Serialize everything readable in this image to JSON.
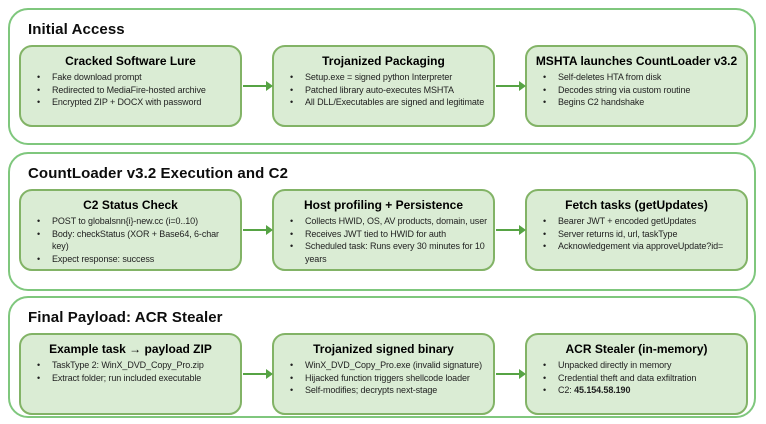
{
  "theme": {
    "page_bg": "#ffffff",
    "section_border": "#7fc77d",
    "box_fill": "#daecd4",
    "box_border": "#82b366",
    "arrow": "#56a344",
    "title_color": "#0d0d0d",
    "text_color": "#1f1f1f"
  },
  "sections": [
    {
      "title": "Initial Access",
      "boxes": [
        {
          "title": "Cracked Software Lure",
          "bullets": [
            "Fake download prompt",
            "Redirected to MediaFire-hosted archive",
            "Encrypted ZIP + DOCX with password"
          ]
        },
        {
          "title": "Trojanized Packaging",
          "bullets": [
            "Setup.exe = signed python Interpreter",
            "Patched library auto-executes MSHTA",
            "All DLL/Executables are signed and legitimate"
          ]
        },
        {
          "title": "MSHTA launches CountLoader v3.2",
          "bullets": [
            "Self-deletes HTA from disk",
            "Decodes string via custom routine",
            "Begins C2 handshake"
          ]
        }
      ]
    },
    {
      "title": "CountLoader v3.2 Execution and C2",
      "boxes": [
        {
          "title": "C2 Status Check",
          "bullets": [
            "POST to globalsnn{i}-new.cc (i=0..10)",
            "Body: checkStatus (XOR + Base64, 6-char key)",
            "Expect response: success"
          ]
        },
        {
          "title": "Host profiling + Persistence",
          "bullets": [
            "Collects HWID, OS, AV products, domain, user",
            "Receives JWT tied to HWID for auth",
            "Scheduled task: Runs every 30 minutes for 10 years"
          ]
        },
        {
          "title": "Fetch tasks (getUpdates)",
          "bullets": [
            "Bearer JWT + encoded getUpdates",
            "Server returns id, url, taskType",
            "Acknowledgement via approveUpdate?id="
          ]
        }
      ]
    },
    {
      "title": "Final Payload: ACR Stealer",
      "boxes": [
        {
          "title": "Example task → payload ZIP",
          "bullets": [
            "TaskType 2: WinX_DVD_Copy_Pro.zip",
            "Extract folder; run included executable"
          ]
        },
        {
          "title": "Trojanized signed binary",
          "bullets": [
            "WinX_DVD_Copy_Pro.exe (invalid signature)",
            "Hijacked function triggers shellcode loader",
            "Self-modifies; decrypts next-stage"
          ]
        },
        {
          "title": "ACR Stealer (in-memory)",
          "bullets": [
            "Unpacked directly in memory",
            "Credential theft and data exfiltration",
            {
              "parts": [
                {
                  "text": "C2: "
                },
                {
                  "text": "45.154.58.190",
                  "bold": true
                }
              ]
            }
          ]
        }
      ]
    }
  ]
}
